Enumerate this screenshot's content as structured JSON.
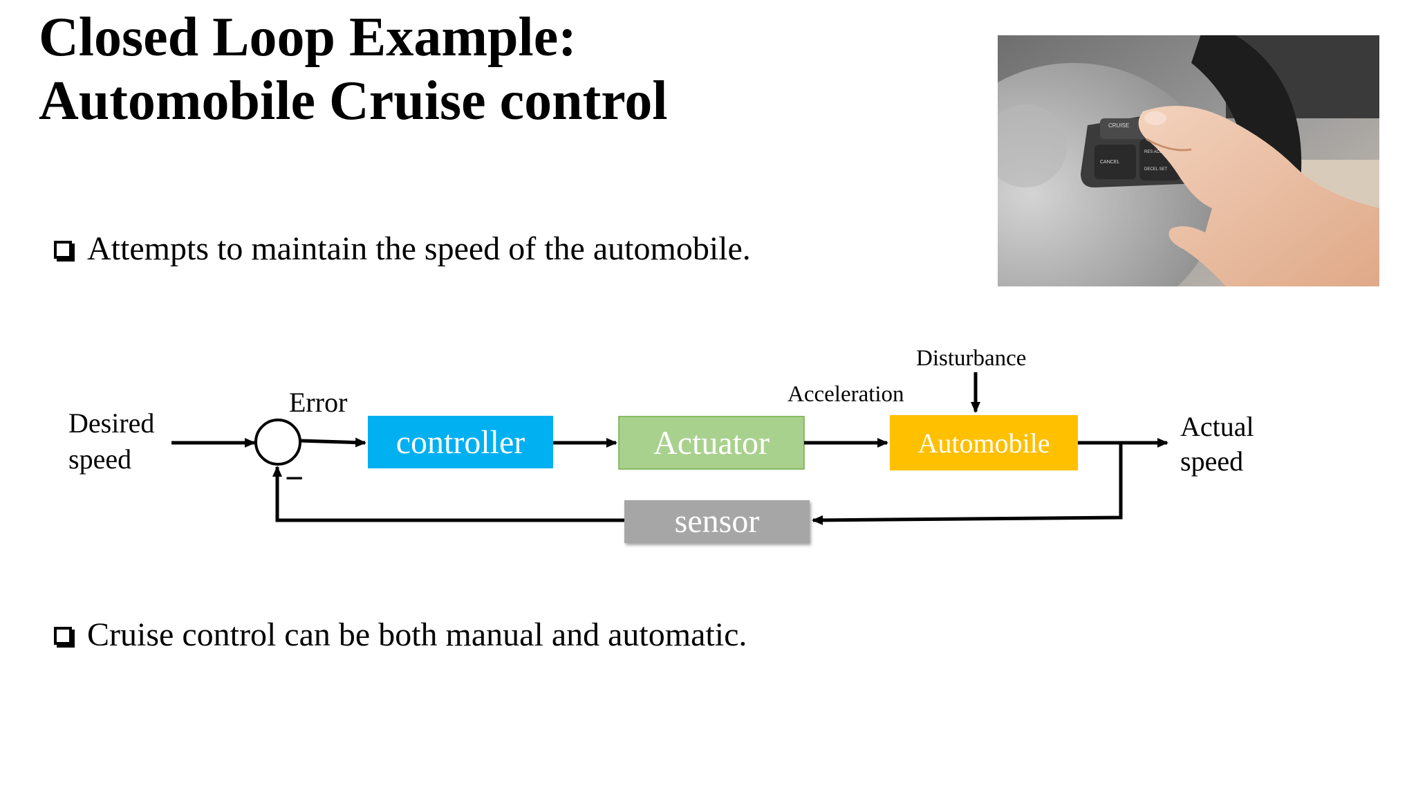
{
  "slide": {
    "title_line1": "Closed Loop Example:",
    "title_line2": "Automobile Cruise control",
    "bullets": [
      "Attempts to maintain the speed of the automobile.",
      "Cruise control can be both manual and automatic."
    ]
  },
  "photo": {
    "button_labels": [
      "CRUISE",
      "CANCEL",
      "RES ACCEL",
      "DECEL SET"
    ]
  },
  "diagram": {
    "input_label_line1": "Desired",
    "input_label_line2": "speed",
    "error_label": "Error",
    "minus_sign": "−",
    "controller_label": "controller",
    "actuator_label": "Actuator",
    "acceleration_label": "Acceleration",
    "disturbance_label": "Disturbance",
    "plant_label": "Automobile",
    "output_label_line1": "Actual",
    "output_label_line2": "speed",
    "sensor_label": "sensor",
    "colors": {
      "controller": "#00b0f0",
      "actuator": "#a9d18e",
      "plant": "#ffc000",
      "sensor": "#a6a6a6"
    }
  }
}
